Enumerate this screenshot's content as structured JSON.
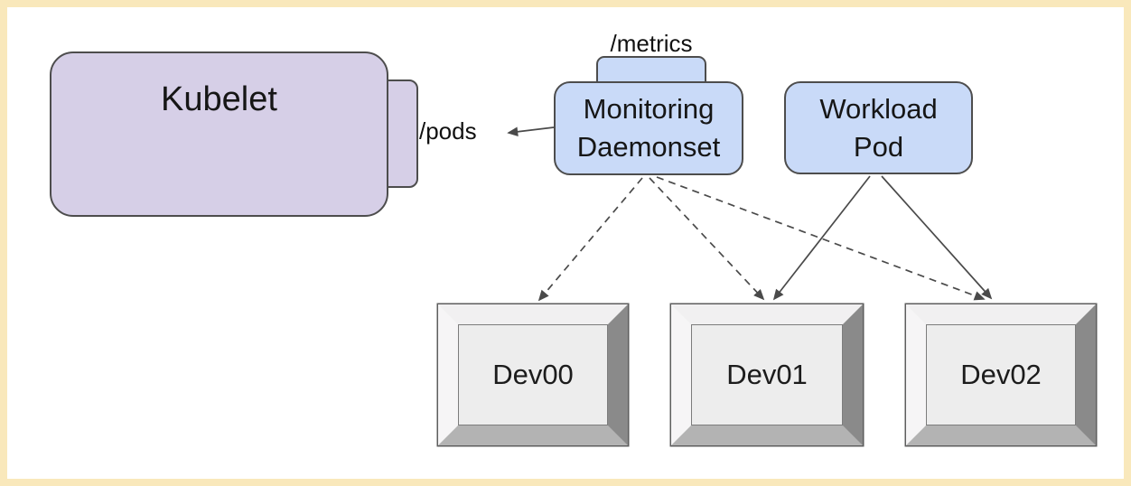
{
  "diagram": {
    "background": "#ffffff",
    "frame_color": "#f9e8bb",
    "stroke_color": "#4a4a4a",
    "kubelet": {
      "label": "Kubelet",
      "fill": "#d6cfe7",
      "border": "#4d4d4d",
      "endpoint_label": "/pods"
    },
    "monitoring_daemonset": {
      "line1": "Monitoring",
      "line2": "Daemonset",
      "fill": "#c9daf8",
      "border": "#4d4d4d",
      "endpoint_label": "/metrics"
    },
    "workload_pod": {
      "line1": "Workload",
      "line2": "Pod",
      "fill": "#c9daf8",
      "border": "#4d4d4d"
    },
    "devices": [
      {
        "label": "Dev00"
      },
      {
        "label": "Dev01"
      },
      {
        "label": "Dev02"
      }
    ],
    "device_colors": {
      "face": "#ededed",
      "bevel_top": "#f1f0f1",
      "bevel_left": "#f6f5f6",
      "bevel_right": "#8a8a8a",
      "bevel_bottom": "#b3b3b3"
    }
  }
}
